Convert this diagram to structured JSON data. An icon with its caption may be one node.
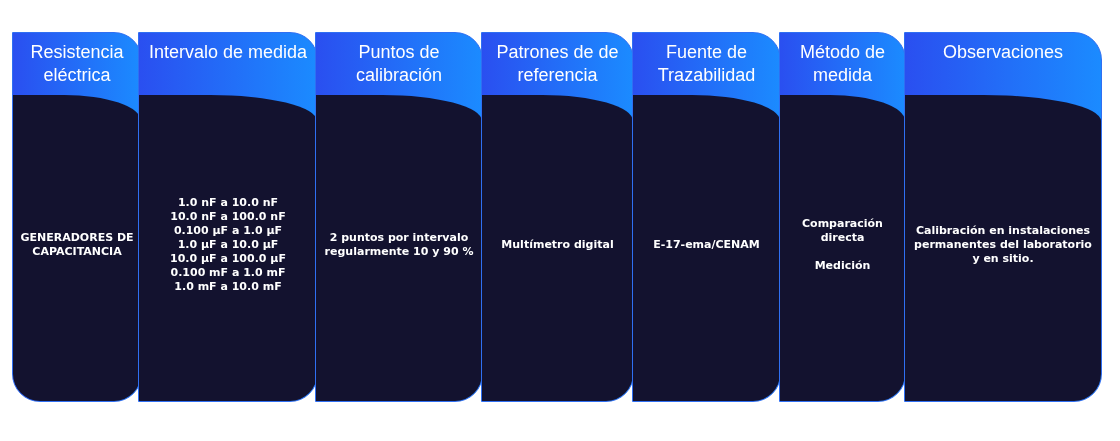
{
  "diagram": {
    "nodes": [
      {
        "text": [
          "Resistencia eléctrica",
          "GENERADORES DE CAPACITANCIA"
        ]
      },
      {
        "text": [
          "Intervalo de medida",
          "1.0 nF a 10.0 nF",
          "10.0 nF a 100.0 nF",
          "0.100 μF a 1.0 μF",
          "1.0 μF a 10.0 μF",
          "10.0 μF a 100.0 μF",
          "0.100 mF a 1.0 mF",
          "1.0 mF a 10.0 mF"
        ]
      },
      {
        "text": [
          "Puntos de calibración",
          "2 puntos por intervalo regularmente 10 y 90 %"
        ]
      },
      {
        "text": [
          "Patrones de de referencia",
          "Multímetro digital"
        ]
      },
      {
        "text": [
          "Fuente de Trazabilidad",
          "E-17-ema/CENAM"
        ]
      },
      {
        "text": [
          "Método de medida",
          "Comparación directa",
          "Medición"
        ]
      },
      {
        "text": [
          "Observaciones",
          "Calibración en instalaciones permanentes del laboratorio y en sitio."
        ]
      }
    ]
  }
}
